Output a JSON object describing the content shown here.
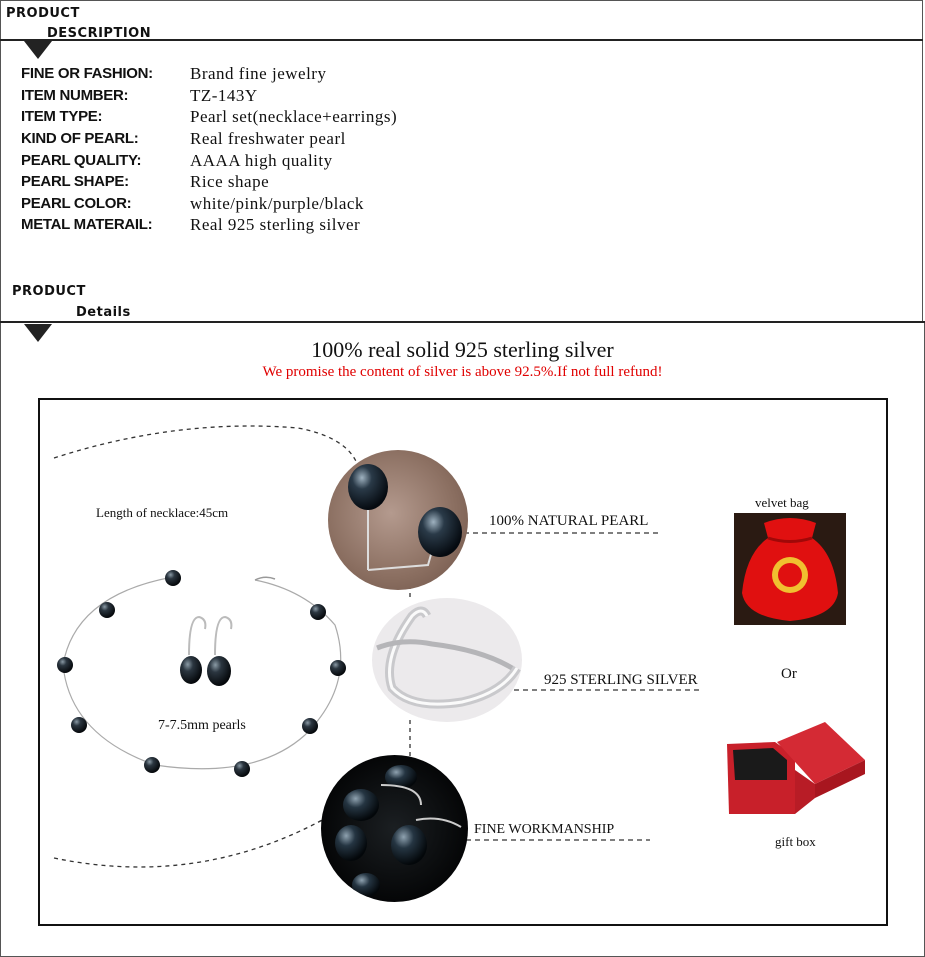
{
  "header1": {
    "line1": "PRODUCT",
    "line2": "DESCRIPTION"
  },
  "specs": [
    {
      "label": "FINE OR FASHION:",
      "value": "Brand fine jewelry"
    },
    {
      "label": "ITEM NUMBER:",
      "value": "TZ-143Y"
    },
    {
      "label": "ITEM TYPE:",
      "value": "Pearl set(necklace+earrings)"
    },
    {
      "label": "KIND OF PEARL:",
      "value": "Real freshwater pearl"
    },
    {
      "label": "PEARL QUALITY:",
      "value": "AAAA high quality"
    },
    {
      "label": "PEARL SHAPE:",
      "value": "Rice shape"
    },
    {
      "label": "PEARL COLOR:",
      "value": "white/pink/purple/black"
    },
    {
      "label": "METAL MATERAIL:",
      "value": "Real 925 sterling silver"
    }
  ],
  "header2": {
    "line1": "PRODUCT",
    "line2": "Details"
  },
  "details": {
    "title": "100% real solid 925 sterling silver",
    "promise": "We promise the content of silver is above 92.5%.If not full refund!",
    "necklace_length": "Length of necklace:45cm",
    "pearl_size": "7-7.5mm pearls",
    "features": [
      "100% NATURAL PEARL",
      "925 STERLING SILVER",
      "FINE WORKMANSHIP"
    ],
    "velvet_bag": "velvet bag",
    "or": "Or",
    "gift_box": "gift box"
  },
  "colors": {
    "promise_red": "#e00000",
    "bag_red": "#e01010",
    "box_red": "#c8202a"
  }
}
